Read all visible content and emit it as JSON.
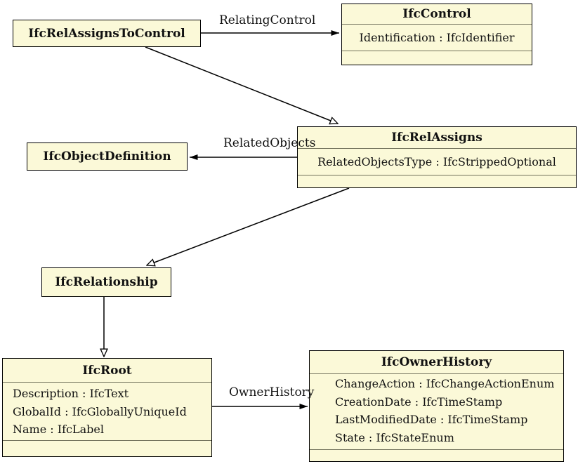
{
  "diagram": {
    "background_color": "#ffffff",
    "box_fill_color": "#fbf9d8",
    "box_border_color": "#000000",
    "divider_color": "#72725c",
    "classes": [
      {
        "name": "IfcRelAssignsToControl",
        "attributes": []
      },
      {
        "name": "IfcControl",
        "attributes": [
          "Identification : IfcIdentifier"
        ]
      },
      {
        "name": "IfcRelAssigns",
        "attributes": [
          "RelatedObjectsType : IfcStrippedOptional"
        ]
      },
      {
        "name": "IfcObjectDefinition",
        "attributes": []
      },
      {
        "name": "IfcRelationship",
        "attributes": []
      },
      {
        "name": "IfcRoot",
        "attributes": [
          "Description : IfcText",
          "GlobalId : IfcGloballyUniqueId",
          "Name : IfcLabel"
        ]
      },
      {
        "name": "IfcOwnerHistory",
        "attributes": [
          "ChangeAction : IfcChangeActionEnum",
          "CreationDate : IfcTimeStamp",
          "LastModifiedDate : IfcTimeStamp",
          "State : IfcStateEnum"
        ]
      }
    ],
    "relationships": [
      {
        "label": "RelatingControl",
        "type": "association",
        "from": "IfcRelAssignsToControl",
        "to": "IfcControl"
      },
      {
        "label": "",
        "type": "generalization",
        "from": "IfcRelAssignsToControl",
        "to": "IfcRelAssigns"
      },
      {
        "label": "RelatedObjects",
        "type": "association",
        "from": "IfcRelAssigns",
        "to": "IfcObjectDefinition"
      },
      {
        "label": "",
        "type": "generalization",
        "from": "IfcRelAssigns",
        "to": "IfcRelationship"
      },
      {
        "label": "",
        "type": "generalization",
        "from": "IfcRelationship",
        "to": "IfcRoot"
      },
      {
        "label": "OwnerHistory",
        "type": "association",
        "from": "IfcRoot",
        "to": "IfcOwnerHistory"
      }
    ]
  }
}
